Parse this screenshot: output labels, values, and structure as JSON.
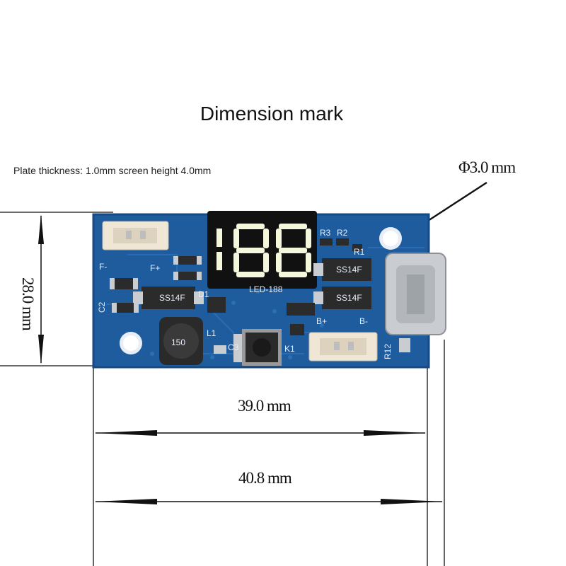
{
  "figure": {
    "title": "Dimension mark",
    "spec_line": "Plate thickness: 1.0mm screen height 4.0mm"
  },
  "dimensions": {
    "hole_diameter": "Φ3.0 mm",
    "board_height": "28.0 mm",
    "hole_spacing": "39.0 mm",
    "board_width": "40.8 mm"
  },
  "board": {
    "display_label": "LED-188",
    "display_digits": "188",
    "silkscreen": {
      "f_minus": "F-",
      "f_plus": "F+",
      "b_plus": "B+",
      "b_minus": "B-",
      "d1": "D1",
      "l1": "L1",
      "c3": "C3",
      "c2": "C2",
      "k1": "K1",
      "r1": "R1",
      "r2": "R2",
      "r3": "R3",
      "r12": "R12"
    },
    "inductor_marking": "150",
    "diode_marking": "SS14F",
    "colors": {
      "pcb": "#1f5c9e",
      "pcb_dark": "#174a83",
      "display_body": "#111111",
      "segment_on": "#f4f7dc",
      "connector": "#efe6d6",
      "usb_metal": "#c9ccd0"
    }
  }
}
